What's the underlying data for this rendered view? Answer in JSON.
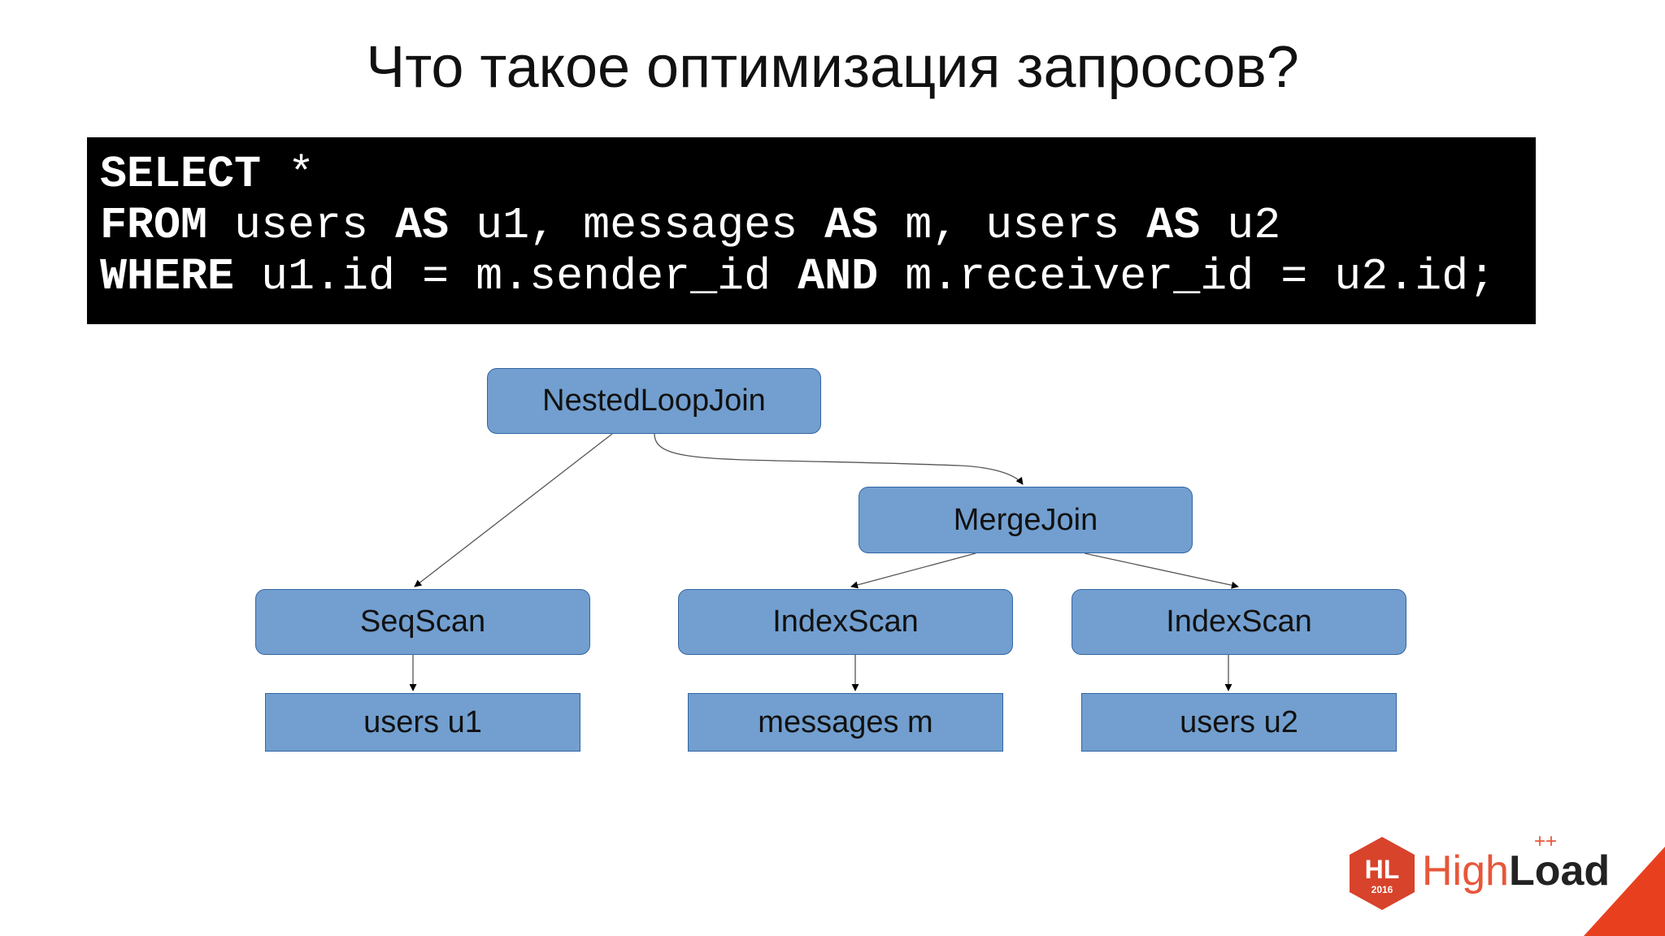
{
  "slide": {
    "title": "Что такое оптимизация запросов?"
  },
  "query": {
    "line1": {
      "kw1": "SELECT",
      "rest1": " *"
    },
    "line2": {
      "kw1": "FROM",
      "rest1": " users ",
      "kw2": "AS",
      "rest2": " u1, messages ",
      "kw3": "AS",
      "rest3": " m, users ",
      "kw4": "AS",
      "rest4": " u2"
    },
    "line3": {
      "kw1": "WHERE",
      "rest1": " u1.id = m.sender_id ",
      "kw2": "AND",
      "rest2": " m.receiver_id = u2.id;"
    }
  },
  "plan": {
    "nested_loop_join": "NestedLoopJoin",
    "merge_join": "MergeJoin",
    "seq_scan": "SeqScan",
    "index_scan_1": "IndexScan",
    "index_scan_2": "IndexScan",
    "table_users_u1": "users u1",
    "table_messages_m": "messages m",
    "table_users_u2": "users u2"
  },
  "logo": {
    "badge_text": "HL",
    "badge_year": "2016",
    "brand_light": "High",
    "brand_bold": "Load",
    "brand_sup": "++"
  },
  "colors": {
    "node_fill": "#729fcf",
    "node_border": "#3465a4",
    "code_bg": "#000000",
    "brand_accent": "#e8563a"
  }
}
